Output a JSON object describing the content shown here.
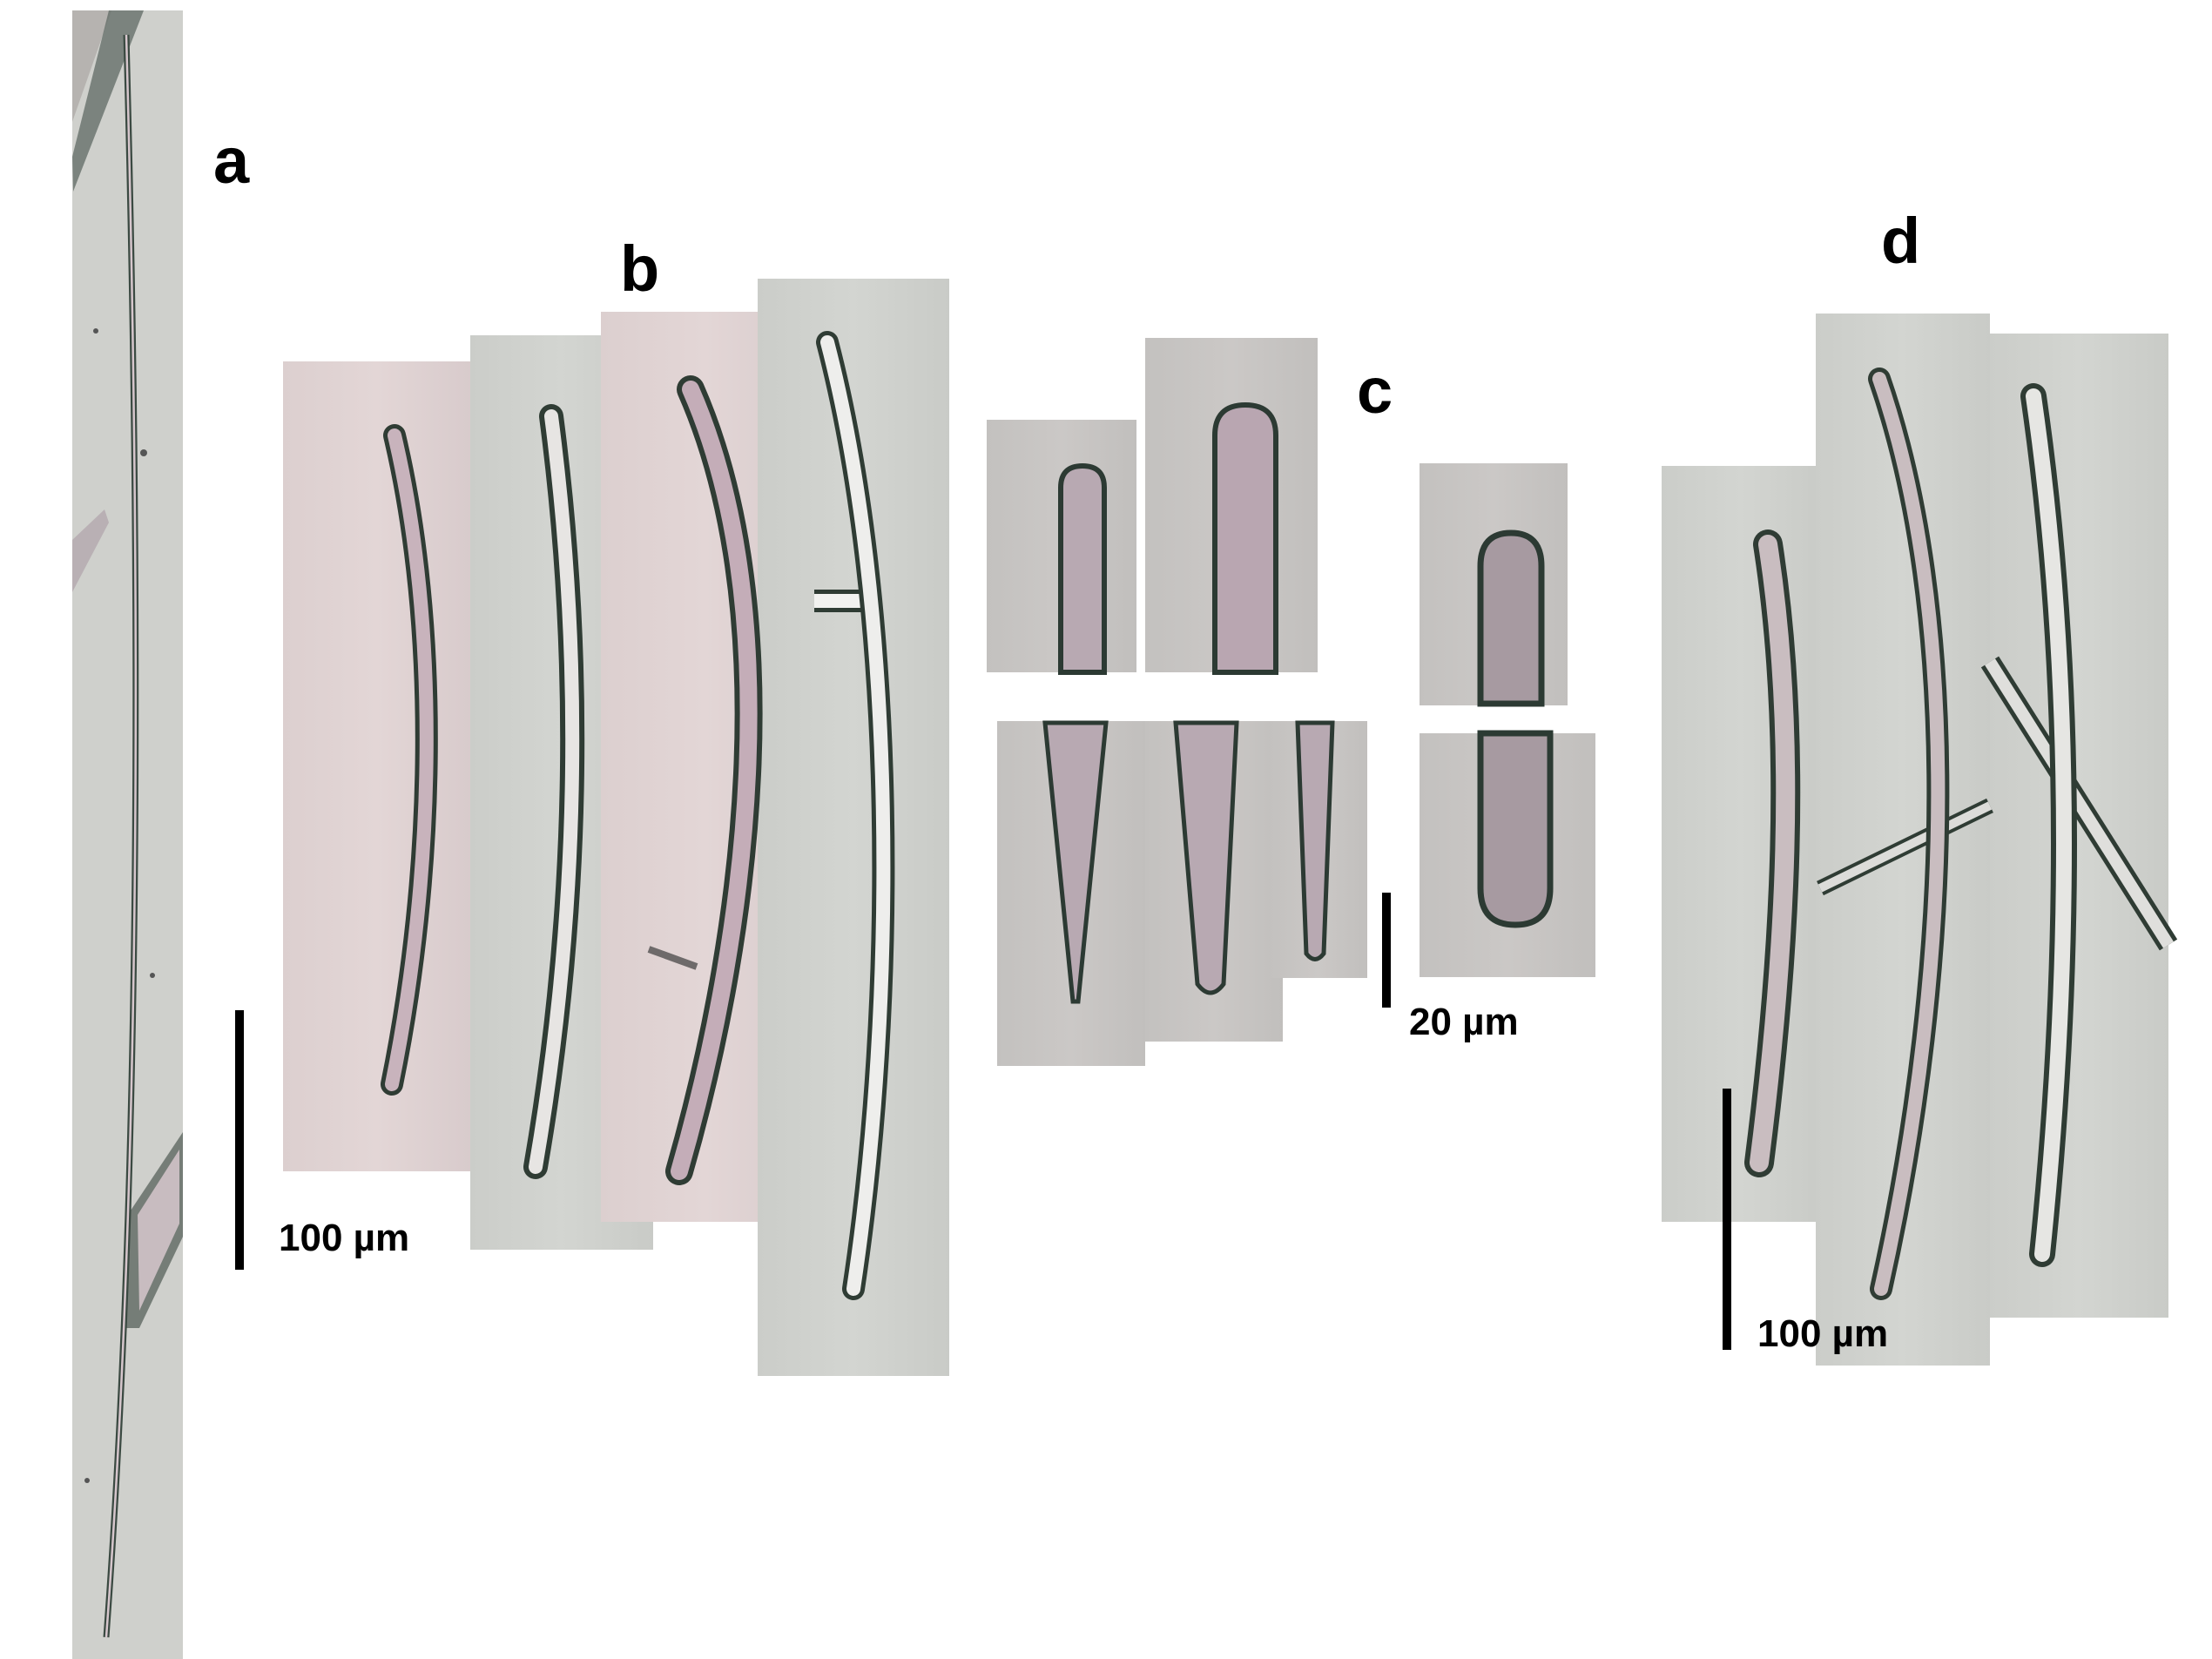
{
  "figure": {
    "panels": [
      {
        "id": "a",
        "label": "a"
      },
      {
        "id": "b",
        "label": "b"
      },
      {
        "id": "c",
        "label": "c"
      },
      {
        "id": "d",
        "label": "d"
      }
    ],
    "scale_bars": [
      {
        "panel": "a-b",
        "label": "100 µm"
      },
      {
        "panel": "c",
        "label": "20 µm"
      },
      {
        "panel": "d",
        "label": "100 µm"
      }
    ]
  },
  "colors": {
    "background": "#ffffff",
    "photo_pinkish": "#d9cccc",
    "photo_gray": "#cdcfcb",
    "spicule_outline": "#2c3a33",
    "spicule_fill": "#c7b4bc",
    "label": "#000000"
  }
}
